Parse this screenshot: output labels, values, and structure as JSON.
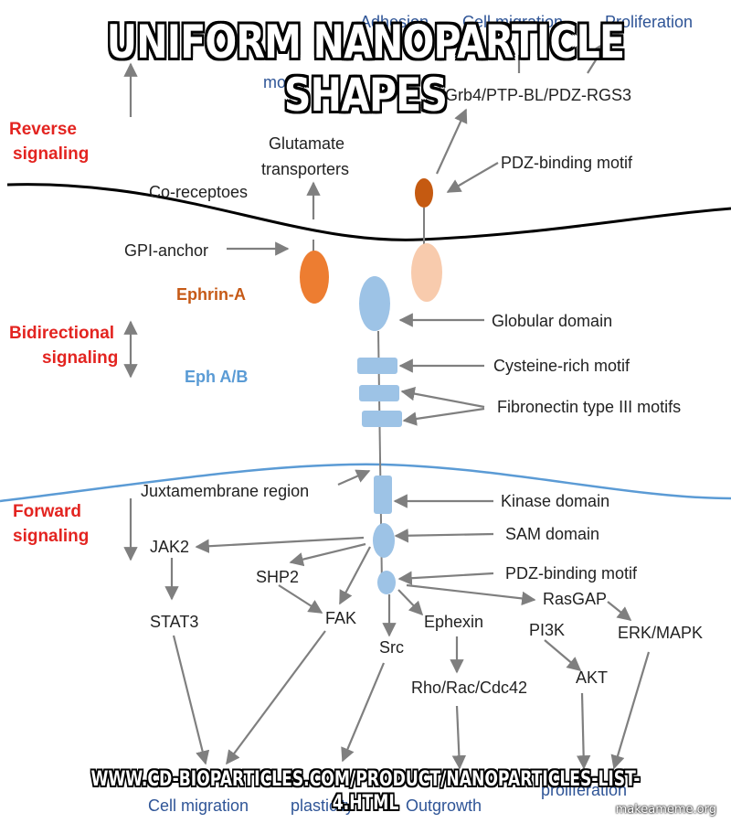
{
  "colors": {
    "red": "#e32420",
    "orange": "#c65a17",
    "blue": "#5a9bd5",
    "ephrin_orange": "#ed7d31",
    "ephrin_light": "#f8cbad",
    "dark_orange": "#c55a11",
    "receptor_blue": "#9dc3e6",
    "membrane_blue": "#5b9bd5",
    "outcome_blue": "#2f5597",
    "arrow_gray": "#7f7f7f"
  },
  "meme": {
    "top_line1": "UNIFORM NANOPARTICLE",
    "top_line2": "SHAPES",
    "bottom": "WWW.CD-BIOPARTICLES.COM/PRODUCT/NANOPARTICLES-LIST-4.HTML",
    "watermark": "makeameme.org"
  },
  "signaling": {
    "reverse_line1": "Reverse",
    "reverse_line2": "signaling",
    "bidir_line1": "Bidirectional",
    "bidir_line2": "signaling",
    "forward_line1": "Forward",
    "forward_line2": "signaling"
  },
  "ligand": {
    "ephrin_a": "Ephrin-A",
    "gpi_anchor": "GPI-anchor",
    "co_receptors": "Co-receptoes",
    "glutamate_line1": "Glutamate",
    "glutamate_line2": "transporters",
    "pdz_binding_top": "PDZ-binding motif",
    "grb4": "/Grb4/PTP-BL/PDZ-RGS3",
    "partial_mo": "mo"
  },
  "receptor": {
    "eph_ab": "Eph A/B",
    "globular": "Globular domain",
    "cysteine": "Cysteine-rich motif",
    "fibronectin": "Fibronectin type III motifs",
    "juxtamembrane": "Juxtamembrane region",
    "kinase": "Kinase domain",
    "sam": "SAM domain",
    "pdz_binding": "PDZ-binding motif"
  },
  "effectors": {
    "jak2": "JAK2",
    "stat3": "STAT3",
    "shp2": "SHP2",
    "fak": "FAK",
    "src": "Src",
    "ephexin": "Ephexin",
    "rasgap": "RasGAP",
    "pi3k": "PI3K",
    "akt": "AKT",
    "erk": "ERK/MAPK",
    "rho": "Rho/Rac/Cdc42"
  },
  "outcomes": {
    "adhesion": "Adhesion",
    "cell_migration_top": "Cell migration",
    "proliferation_top": "Proliferation",
    "cell_migration": "Cell migration",
    "plasticity": "plasticity",
    "outgrowth": "Outgrowth",
    "proliferation_bottom": "proliferation"
  }
}
